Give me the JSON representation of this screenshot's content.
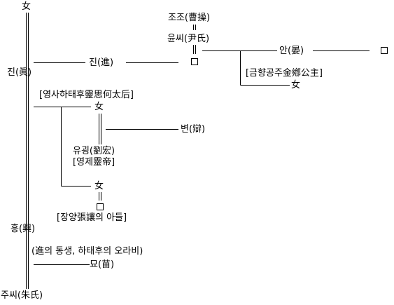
{
  "nodes": {
    "n_top_female": "女",
    "n_jin_ancestor": "진(眞)",
    "n_heung": "흥(興)",
    "n_jushi": "주씨(朱氏)",
    "n_jin_son": "진(進)",
    "n_jojo": "조조(曹操)",
    "n_yunssi": "윤씨(尹氏)",
    "n_an": "안(晏)",
    "n_geumhyang_label": "[금향공주金鄕公主]",
    "n_geumhyang_female": "女",
    "n_ha_label": "[영사하태후靈思何太后]",
    "n_ha_female": "女",
    "n_byeon": "변(辯)",
    "n_yugwang": "유굉(劉宏)",
    "n_yeongje": "[영제靈帝]",
    "n_second_female": "女",
    "n_jangyang_label": "[장양張讓의 아들]",
    "n_myo_note": "(進의 동생, 하태후의 오라비)",
    "n_myo": "묘(苗)"
  },
  "colors": {
    "line": "#000000",
    "text": "#000000",
    "background": "#ffffff"
  }
}
